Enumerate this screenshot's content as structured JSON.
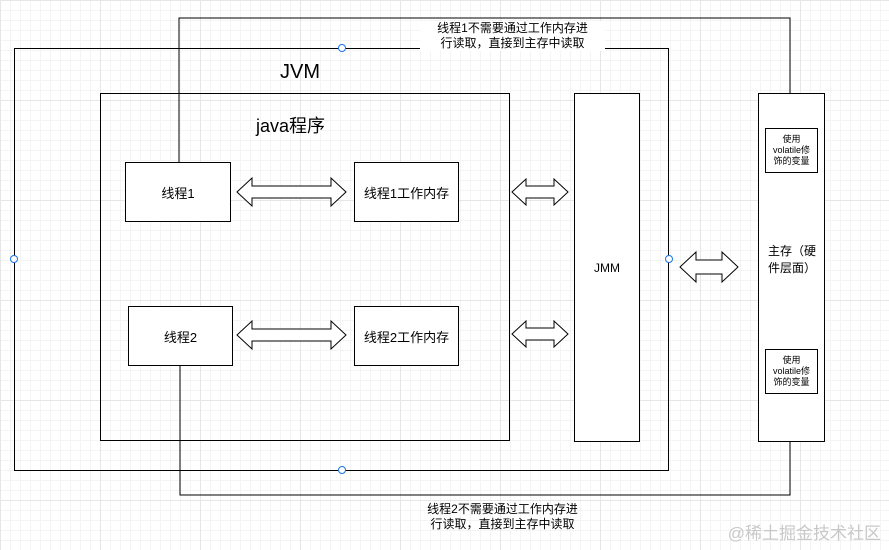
{
  "jvm": {
    "title": "JVM"
  },
  "java_program": {
    "title": "java程序"
  },
  "thread1": {
    "label": "线程1",
    "memory": "线程1工作内存"
  },
  "thread2": {
    "label": "线程2",
    "memory": "线程2工作内存"
  },
  "jmm": {
    "label": "JMM"
  },
  "main_memory": {
    "label_line1": "主存（硬",
    "label_line2": "件层面）",
    "var_top": {
      "line1": "使用",
      "line2": "volatile修",
      "line3": "饰的变量"
    },
    "var_bottom": {
      "line1": "使用",
      "line2": "volatile修",
      "line3": "饰的变量"
    }
  },
  "note_top": {
    "line1": "线程1不需要通过工作内存进",
    "line2": "行读取，直接到主存中读取"
  },
  "note_bottom": {
    "line1": "线程2不需要通过工作内存进",
    "line2": "行读取，直接到主存中读取"
  },
  "watermark": "@稀土掘金技术社区"
}
